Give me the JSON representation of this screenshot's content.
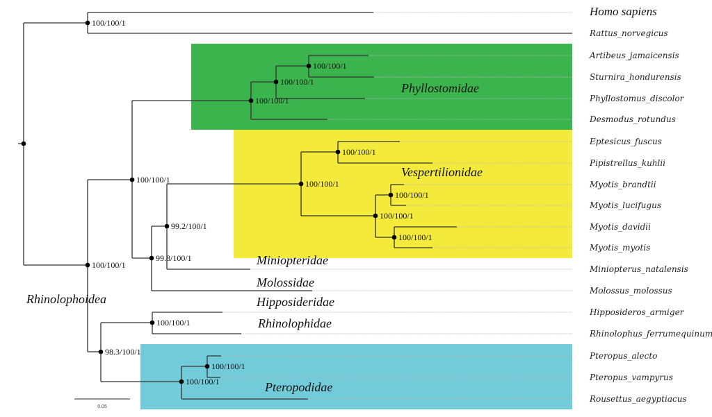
{
  "figure": {
    "type": "phylogenetic_tree",
    "highlight_colors": {
      "Phyllostomidae": "#3bb44e",
      "Vespertilionidae": "#f3ea3b",
      "Pteropodidae": "#72cbd9"
    },
    "taxa": [
      "Homo sapiens",
      "Rattus_norvegicus",
      "Artibeus_jamaicensis",
      "Sturnira_hondurensis",
      "Phyllostomus_discolor",
      "Desmodus_rotundus",
      "Eptesicus_fuscus",
      "Pipistrellus_kuhlii",
      "Myotis_brandtii",
      "Myotis_lucifugus",
      "Myotis_davidii",
      "Myotis_myotis",
      "Miniopterus_natalensis",
      "Molossus_molossus",
      "Hipposideros_armiger",
      "Rhinolophus_ferrumequinum",
      "Pteropus_alecto",
      "Pteropus_vampyrus",
      "Rousettus_aegyptiacus"
    ],
    "families": [
      "Phyllostomidae",
      "Vespertilionidae",
      "Miniopteridae",
      "Molossidae",
      "Hipposideridae",
      "Rhinolophidae",
      "Pteropodidae"
    ],
    "superfamily_label": "Rhinolophoidea",
    "support_values": {
      "homo_rattus": "100/100/1",
      "artibeus_sturnira": "100/100/1",
      "phyllostomus_group": "100/100/1",
      "phyllostomidae": "100/100/1",
      "eptesicus_pipistrellus": "100/100/1",
      "vespertilionidae": "100/100/1",
      "brandtii_lucifugus": "100/100/1",
      "myotis_all": "100/100/1",
      "davidii_myotis": "100/100/1",
      "yangochiroptera": "100/100/1",
      "miniopteridae_vesper": "99.2/100/1",
      "molossidae_group": "99.8/100/1",
      "chiroptera": "100/100/1",
      "hippo_rhino": "100/100/1",
      "yinpterochiroptera": "98.3/100/1",
      "pteropus": "100/100/1",
      "pteropodidae": "100/100/1"
    },
    "scale_bar": "0.05"
  }
}
